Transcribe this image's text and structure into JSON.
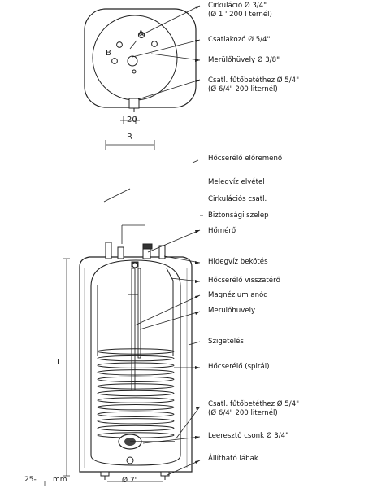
{
  "top_view": {
    "label_a": "A",
    "label_b": "B",
    "dim_small": "20",
    "dim_r": "R"
  },
  "top_labels": [
    {
      "lines": [
        "Cirkuláció Ø 3/4\"",
        "(Ø 1 ' 200 l ternél)"
      ]
    },
    {
      "lines": [
        "Csatlakozó Ø 5/4\""
      ]
    },
    {
      "lines": [
        "Merülőhüvely Ø 3/8\""
      ]
    },
    {
      "lines": [
        "Csatl. fűtőbetéthez Ø 5/4\"",
        "(Ø 6/4\" 200 liternél)"
      ]
    }
  ],
  "side_labels": [
    {
      "lines": [
        "Hőcserélő előremenő"
      ]
    },
    {
      "lines": [
        "Melegvíz elvétel"
      ]
    },
    {
      "lines": [
        "Cirkulációs csatl."
      ]
    },
    {
      "lines": [
        "Biztonsági szelep"
      ]
    },
    {
      "lines": [
        "Hőmérő"
      ]
    },
    {
      "lines": [
        "Hidegvíz bekötés"
      ]
    },
    {
      "lines": [
        "Hőcserélő visszatérő"
      ]
    },
    {
      "lines": [
        "Magnézium anód"
      ]
    },
    {
      "lines": [
        "Merülőhüvely"
      ]
    },
    {
      "lines": [
        "Szigetelés"
      ]
    },
    {
      "lines": [
        "Hőcserélő (spirál)"
      ]
    },
    {
      "lines": [
        "Csatl. fűtőbetéthez Ø 5/4\"",
        "(Ø 6/4\" 200 liternél)"
      ]
    },
    {
      "lines": [
        "Leeresztő csonk Ø 3/4\""
      ]
    },
    {
      "lines": [
        "Állítható lábak"
      ]
    }
  ],
  "bottom": {
    "dim_l": "L",
    "feet_text": "25-",
    "mm_text": "mm",
    "bottom_dim": "Ø 7\""
  }
}
